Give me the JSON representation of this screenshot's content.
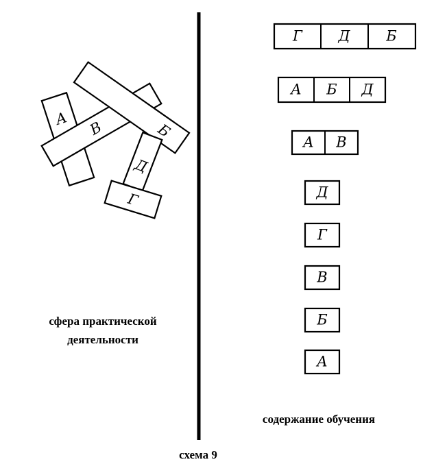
{
  "captions": {
    "practice_line1": "сфера практической",
    "practice_line2": "деятельности",
    "content": "содержание обучения",
    "scheme": "схема 9"
  },
  "practice_sphere": {
    "strips": [
      {
        "id": "strip-a-vertical",
        "letter": "А"
      },
      {
        "id": "strip-v-horizontal",
        "letter": "В"
      },
      {
        "id": "strip-b-diagonal",
        "letter": "Б"
      },
      {
        "id": "strip-d-diagonal",
        "letter": "Д"
      },
      {
        "id": "strip-g-small",
        "letter": "Г"
      }
    ]
  },
  "learning_content": {
    "groups": [
      [
        "Г",
        "Д",
        "Б"
      ],
      [
        "А",
        "Б",
        "Д"
      ],
      [
        "А",
        "В"
      ],
      [
        "Д"
      ],
      [
        "Г"
      ],
      [
        "В"
      ],
      [
        "Б"
      ],
      [
        "А"
      ]
    ]
  },
  "colors": {
    "ink": "#000000",
    "paper": "#ffffff"
  }
}
